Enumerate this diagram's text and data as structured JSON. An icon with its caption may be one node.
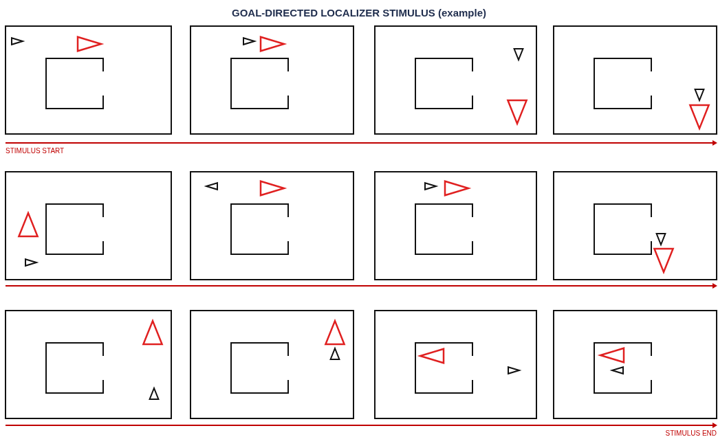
{
  "diagram": {
    "title": "GOAL-DIRECTED LOCALIZER STIMULUS (example)",
    "labels": [
      "STIMULUS START",
      "STIMULUS END"
    ]
  }
}
